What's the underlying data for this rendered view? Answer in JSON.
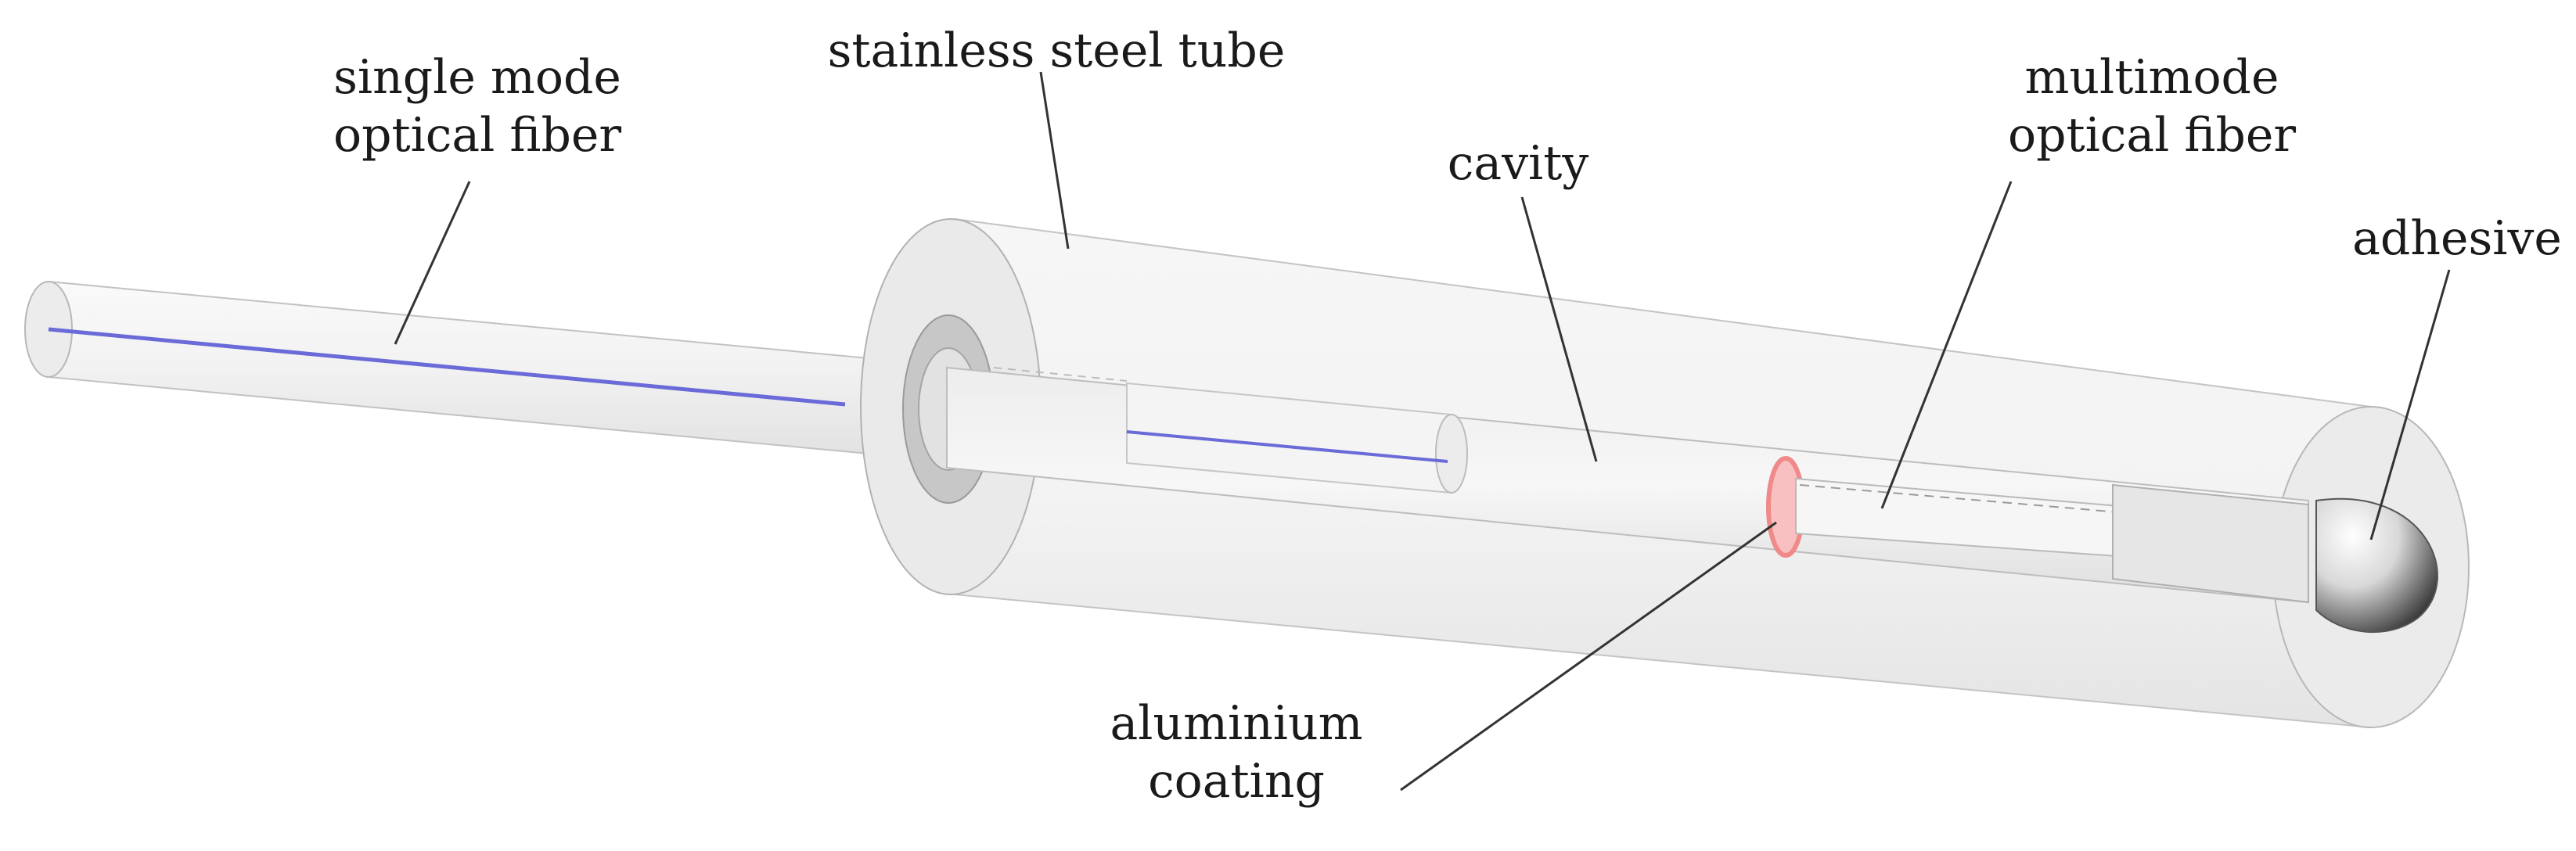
{
  "labels": {
    "single_mode": {
      "line1": "single mode",
      "line2": "optical fiber"
    },
    "steel_tube": {
      "line1": "stainless steel tube"
    },
    "cavity": {
      "line1": "cavity"
    },
    "multimode": {
      "line1": "multimode",
      "line2": "optical fiber"
    },
    "adhesive": {
      "line1": "adhesive"
    },
    "aluminium": {
      "line1": "aluminium",
      "line2": "coating"
    }
  },
  "colors": {
    "fiber_core": "#6a6ad8",
    "aluminium_coating": "#f08a8a",
    "tube_fill": "#f2f2f2",
    "tube_edge": "#b0b0b0",
    "leader_line": "#333333",
    "text": "#1a1a1a"
  }
}
